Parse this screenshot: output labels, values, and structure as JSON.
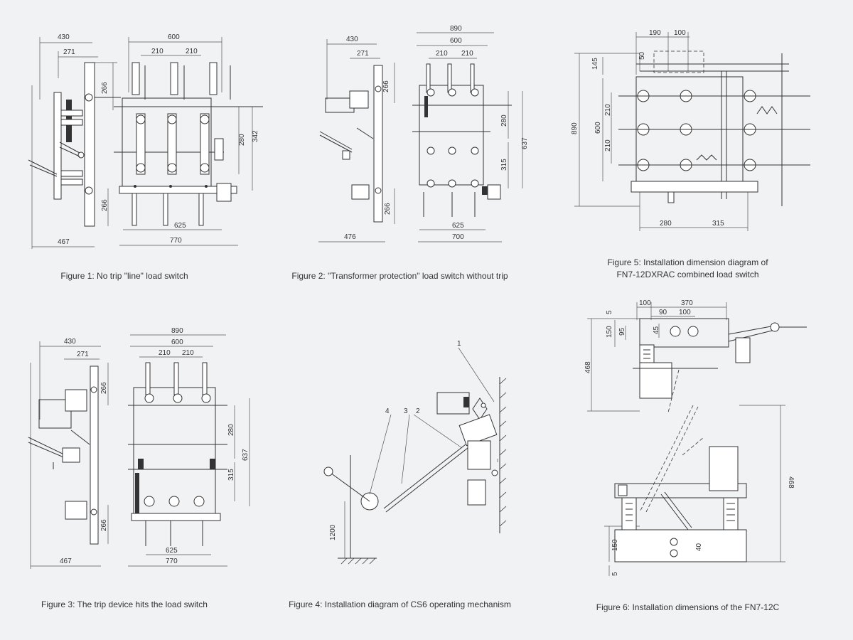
{
  "figures": [
    {
      "id": "fig1",
      "caption": "Figure 1: No trip \"line\" load switch",
      "dims": {
        "w430": "430",
        "w271": "271",
        "w600": "600",
        "w210a": "210",
        "w210b": "210",
        "v266top": "266",
        "v280": "280",
        "v342": "342",
        "v266bot": "266",
        "w625": "625",
        "w467": "467",
        "w770": "770"
      }
    },
    {
      "id": "fig2",
      "caption": "Figure 2: \"Transformer protection\" load switch without trip",
      "dims": {
        "w430": "430",
        "w271": "271",
        "w890": "890",
        "w600": "600",
        "w210a": "210",
        "w210b": "210",
        "v266top": "266",
        "v280": "280",
        "v637": "637",
        "v315": "315",
        "v266bot": "266",
        "w625": "625",
        "w476": "476",
        "w700": "700"
      }
    },
    {
      "id": "fig3",
      "caption": "Figure 3: The trip device hits the load switch",
      "dims": {
        "w430": "430",
        "w271": "271",
        "w890": "890",
        "w600": "600",
        "w210a": "210",
        "w210b": "210",
        "v266top": "266",
        "v280": "280",
        "v637": "637",
        "v315": "315",
        "v266bot": "266",
        "w625": "625",
        "w467": "467",
        "w770": "770"
      }
    },
    {
      "id": "fig4",
      "caption": "Figure 4: Installation diagram of CS6 operating mechanism",
      "dims": {
        "n1": "1",
        "n2": "2",
        "n3": "3",
        "n4": "4",
        "v1200": "1200"
      }
    },
    {
      "id": "fig5",
      "caption_line1": "Figure 5: Installation dimension diagram of",
      "caption_line2": "FN7-12DXRAC combined load switch",
      "dims": {
        "w190": "190",
        "w100": "100",
        "v50": "50",
        "v145": "145",
        "v890": "890",
        "v600": "600",
        "v210a": "210",
        "v210b": "210",
        "w280": "280",
        "w315": "315"
      }
    },
    {
      "id": "fig6",
      "caption": "Figure 6: Installation dimensions of the FN7-12C",
      "dims": {
        "w100a": "100",
        "w370": "370",
        "w90": "90",
        "w100b": "100",
        "v5top": "5",
        "v150top": "150",
        "v95": "95",
        "v45": "45",
        "v468left": "468",
        "v468right": "468",
        "v150bot": "150",
        "v40": "40",
        "v5bot": "5"
      }
    }
  ]
}
